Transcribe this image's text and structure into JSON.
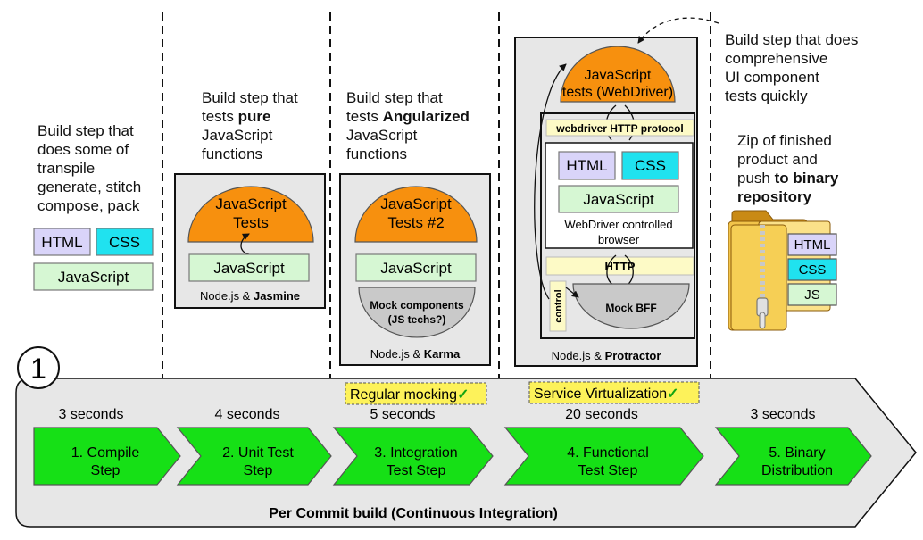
{
  "columns": {
    "compile": {
      "description_lines": [
        "Build step that",
        "does some of",
        "transpile",
        "generate, stitch",
        "compose, pack"
      ],
      "html": "HTML",
      "css": "CSS",
      "javascript": "JavaScript"
    },
    "unit": {
      "description_lines": [
        "Build step that"
      ],
      "description_line2_prefix": "tests ",
      "description_line2_bold": "pure",
      "description_lines_rest": [
        "JavaScript",
        "functions"
      ],
      "tests_line1": "JavaScript",
      "tests_line2": "Tests",
      "javascript": "JavaScript",
      "footer_prefix": "Node.js & ",
      "footer_bold": "Jasmine"
    },
    "integration": {
      "description_lines": [
        "Build step that"
      ],
      "description_line2_prefix": "tests ",
      "description_line2_bold": "Angularized",
      "description_lines_rest": [
        "JavaScript",
        "functions"
      ],
      "tests_line1": "JavaScript",
      "tests_line2": "Tests #2",
      "javascript": "JavaScript",
      "mock_line1": "Mock components",
      "mock_line2": "(JS techs?)",
      "footer_prefix": "Node.js & ",
      "footer_bold": "Karma"
    },
    "functional": {
      "tests_line1": "JavaScript",
      "tests_line2": "tests (WebDriver)",
      "protocol": "webdriver HTTP protocol",
      "html": "HTML",
      "css": "CSS",
      "javascript": "JavaScript",
      "browser_line1": "WebDriver controlled",
      "browser_line2": "browser",
      "http": "HTTP",
      "control": "control",
      "mock_bff": "Mock BFF",
      "footer_prefix": "Node.js & ",
      "footer_bold": "Protractor"
    },
    "distribution": {
      "note_lines": [
        "Build step that does",
        "comprehensive",
        "UI component",
        "tests quickly"
      ],
      "zip_lines": [
        "Zip of finished",
        "product and"
      ],
      "zip_line3_prefix": "push ",
      "zip_line3_bold": "to binary",
      "zip_line4_bold": "repository",
      "html": "HTML",
      "css": "CSS",
      "js": "JS"
    }
  },
  "pipeline": {
    "badge": "1",
    "regular_mocking": "Regular mocking",
    "service_virtualization": "Service Virtualization",
    "check_mark": "✓",
    "steps": [
      {
        "duration": "3 seconds",
        "line1": "1. Compile",
        "line2": "Step"
      },
      {
        "duration": "4 seconds",
        "line1": "2. Unit Test",
        "line2": "Step"
      },
      {
        "duration": "5 seconds",
        "line1": "3. Integration",
        "line2": "Test Step"
      },
      {
        "duration": "20 seconds",
        "line1": "4. Functional",
        "line2": "Test Step"
      },
      {
        "duration": "3 seconds",
        "line1": "5. Binary",
        "line2": "Distribution"
      }
    ],
    "footer": "Per Commit build (Continuous Integration)"
  },
  "colors": {
    "orange": "#f7900e",
    "green_box": "#d6f7d3",
    "purple_box": "#d9d4f9",
    "cyan_box": "#20e2ef",
    "yellow_box": "#fdfac6",
    "step_green": "#16e016",
    "panel_gray": "#e7e7e7"
  }
}
